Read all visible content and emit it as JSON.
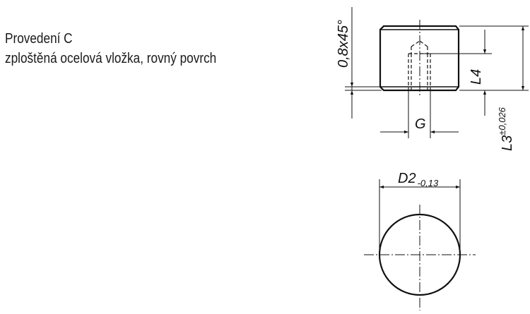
{
  "caption": {
    "title": "Provedení C",
    "subtitle": "zploštěná ocelová vložka, rovný povrch"
  },
  "dimensions": {
    "chamfer": "0,8x45°",
    "L4": "L4",
    "L3": "L3",
    "L3_tol": "±0,026",
    "G": "G",
    "D2": "D2",
    "D2_tol": "-0,13"
  }
}
